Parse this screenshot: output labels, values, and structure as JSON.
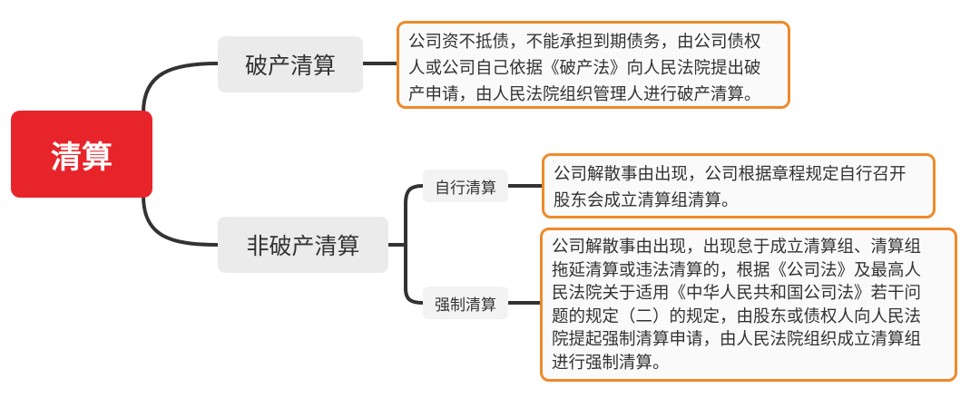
{
  "root": {
    "label": "清算",
    "color": "#e8242b"
  },
  "branches": [
    {
      "label": "破产清算",
      "note": [
        "公司资不抵债，不能承担到期债务，由公司债权",
        "人或公司自己依据《破产法》向人民法院提出破",
        "产申请，由人民法院组织管理人进行破产清算。"
      ]
    },
    {
      "label": "非破产清算",
      "children": [
        {
          "label": "自行清算",
          "note": [
            "公司解散事由出现，公司根据章程规定自行召开",
            "股东会成立清算组清算。"
          ]
        },
        {
          "label": "强制清算",
          "note": [
            "公司解散事由出现，出现怠于成立清算组、清算组",
            "拖延清算或违法清算的，根据《公司法》及最高人",
            "民法院关于适用《中华人民共和国公司法》若干问",
            "题的规定（二）的规定，由股东或债权人向人民法",
            "院提起强制清算申请，由人民法院组织成立清算组",
            "进行强制清算。"
          ]
        }
      ]
    }
  ],
  "colors": {
    "note_border": "#ee8a2a",
    "line": "#333333"
  }
}
